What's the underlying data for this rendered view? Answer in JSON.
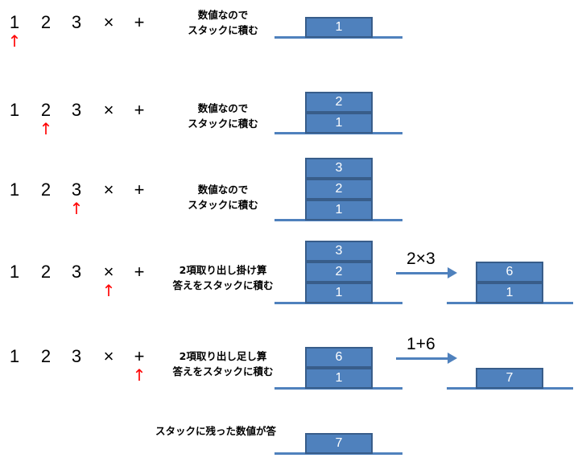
{
  "tokens": [
    "1",
    "2",
    "3",
    "×",
    "+"
  ],
  "pointer_icon": "up-arrow",
  "rows": [
    {
      "pointer": 0,
      "label": [
        "数値なので",
        "スタックに積む"
      ],
      "stack": [
        "1"
      ]
    },
    {
      "pointer": 1,
      "label": [
        "数値なので",
        "スタックに積む"
      ],
      "stack": [
        "2",
        "1"
      ]
    },
    {
      "pointer": 2,
      "label": [
        "数値なので",
        "スタックに積む"
      ],
      "stack": [
        "3",
        "2",
        "1"
      ]
    },
    {
      "pointer": 3,
      "label": [
        "2項取り出し掛け算",
        "答えをスタックに積む"
      ],
      "stack": [
        "3",
        "2",
        "1"
      ],
      "operation": "2×3",
      "result": [
        "6",
        "1"
      ]
    },
    {
      "pointer": 4,
      "label": [
        "2項取り出し足し算",
        "答えをスタックに積む"
      ],
      "stack": [
        "6",
        "1"
      ],
      "operation": "1+6",
      "result": [
        "7"
      ]
    }
  ],
  "final": {
    "label": "スタックに残った数値が答",
    "stack": [
      "7"
    ]
  },
  "colors": {
    "box": "#4f81bd",
    "border": "#385d8a",
    "pointer": "#ff0000"
  }
}
